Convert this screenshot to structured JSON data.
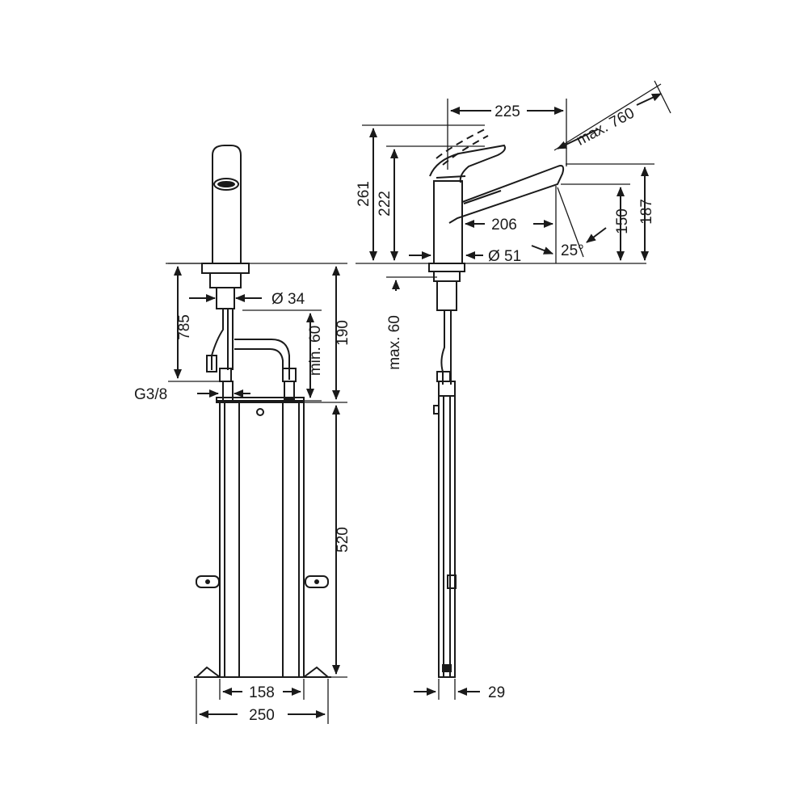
{
  "dimensions": {
    "d225": "225",
    "d760": "max. 760",
    "d261": "261",
    "d222": "222",
    "d206": "206",
    "d150": "150",
    "d187": "187",
    "d25": "25°",
    "d51": "Ø 51",
    "dmax60": "max. 60",
    "d34": "Ø 34",
    "d785": "785",
    "dmin60": "min. 60",
    "d190": "190",
    "g38": "G3/8",
    "d520": "520",
    "d158": "158",
    "d250": "250",
    "d29": "29"
  },
  "colors": {
    "line": "#1a1a1a",
    "background": "#ffffff"
  }
}
